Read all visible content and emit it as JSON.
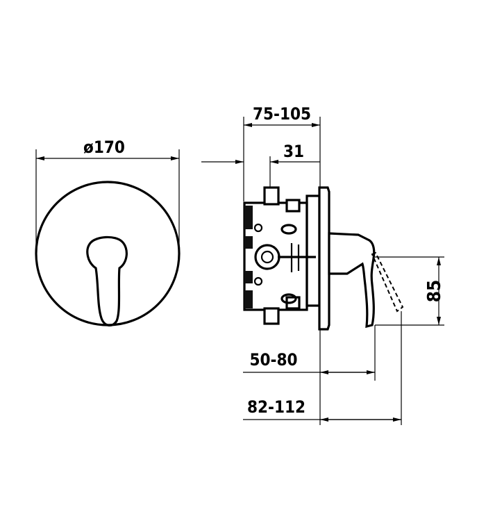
{
  "front_view": {
    "diameter_label": "ø170"
  },
  "side_view": {
    "depth_range_label": "75-105",
    "inlet_label": "31",
    "height_label": "85",
    "handle_offset_label": "50-80",
    "total_projection_label": "82-112"
  },
  "colors": {
    "line": "#000000",
    "background": "#ffffff"
  }
}
